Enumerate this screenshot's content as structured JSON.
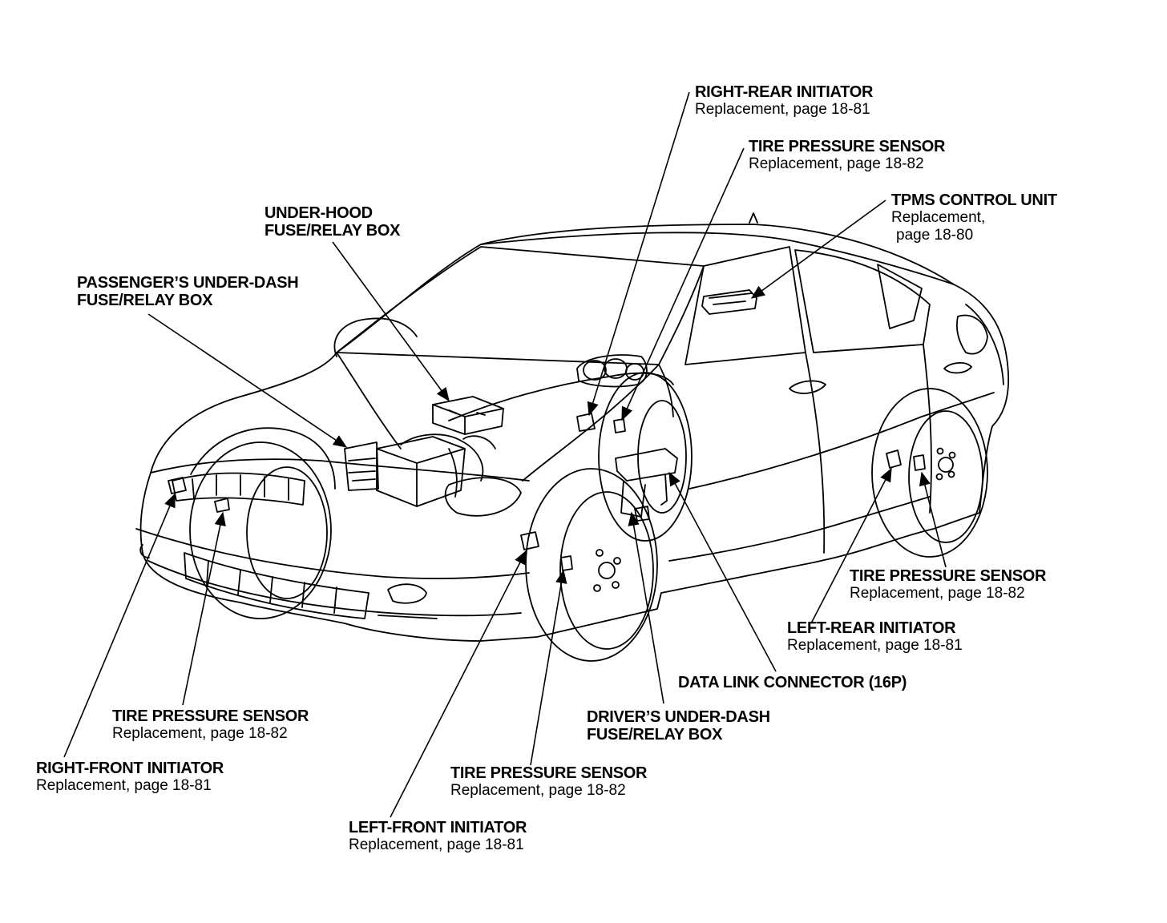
{
  "labels": {
    "right_rear_initiator": {
      "title": "RIGHT-REAR INITIATOR",
      "sub": "Replacement, page 18-81"
    },
    "tire_sensor_rr": {
      "title": "TIRE PRESSURE SENSOR",
      "sub": "Replacement, page 18-82"
    },
    "tpms_control_unit": {
      "title": "TPMS CONTROL UNIT",
      "sub1": "Replacement,",
      "sub2": "page 18-80"
    },
    "under_hood_box": {
      "line1": "UNDER-HOOD",
      "line2": "FUSE/RELAY BOX"
    },
    "passenger_box": {
      "line1": "PASSENGER’S UNDER-DASH",
      "line2": "FUSE/RELAY BOX"
    },
    "tire_sensor_lr": {
      "title": "TIRE PRESSURE SENSOR",
      "sub": "Replacement, page 18-82"
    },
    "left_rear_initiator": {
      "title": "LEFT-REAR INITIATOR",
      "sub": "Replacement, page 18-81"
    },
    "data_link_connector": {
      "title": "DATA LINK CONNECTOR (16P)"
    },
    "driver_box": {
      "line1": "DRIVER’S UNDER-DASH",
      "line2": "FUSE/RELAY BOX"
    },
    "tire_sensor_rf": {
      "title": "TIRE PRESSURE SENSOR",
      "sub": "Replacement, page 18-82"
    },
    "right_front_initiator": {
      "title": "RIGHT-FRONT INITIATOR",
      "sub": "Replacement, page 18-81"
    },
    "tire_sensor_lf": {
      "title": "TIRE PRESSURE SENSOR",
      "sub": "Replacement, page 18-82"
    },
    "left_front_initiator": {
      "title": "LEFT-FRONT INITIATOR",
      "sub": "Replacement, page 18-81"
    }
  },
  "colors": {
    "ink": "#000000",
    "paper": "#ffffff"
  }
}
